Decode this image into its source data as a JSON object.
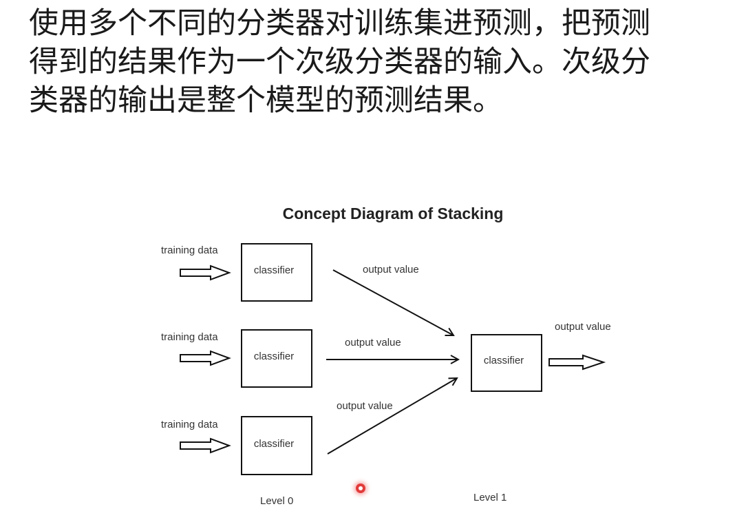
{
  "slide": {
    "lines": [
      "使用多个不同的分类器对训练集进预测，把预测",
      "得到的结果作为一个次级分类器的输入。次级分",
      "类器的输出是整个模型的预测结果。"
    ]
  },
  "diagram": {
    "title": "Concept Diagram of Stacking",
    "inputs": [
      {
        "label": "training data",
        "classifier": "classifier",
        "output": "output value"
      },
      {
        "label": "training data",
        "classifier": "classifier",
        "output": "output value"
      },
      {
        "label": "training data",
        "classifier": "classifier",
        "output": "output value"
      }
    ],
    "meta_classifier": "classifier",
    "final_output": "output value",
    "level_labels": [
      "Level 0",
      "Level 1"
    ]
  },
  "colors": {
    "text": "#1a1a1a",
    "stroke": "#111111",
    "cursor": "#e23b3b"
  }
}
